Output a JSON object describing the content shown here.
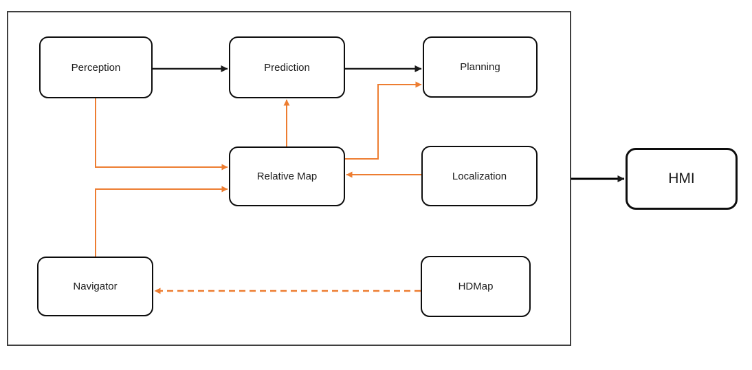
{
  "diagram": {
    "description": "Autonomous driving software module architecture flow diagram",
    "accent_color": "#ED7D31",
    "line_color": "#1a1a1a",
    "frame_color": "#3f3f3f",
    "nodes": [
      {
        "id": "perception",
        "label": "Perception"
      },
      {
        "id": "prediction",
        "label": "Prediction"
      },
      {
        "id": "planning",
        "label": "Planning"
      },
      {
        "id": "relative-map",
        "label": "Relative Map"
      },
      {
        "id": "localization",
        "label": "Localization"
      },
      {
        "id": "navigator",
        "label": "Navigator"
      },
      {
        "id": "hdmap",
        "label": "HDMap"
      },
      {
        "id": "hmi",
        "label": "HMI"
      }
    ],
    "edges": [
      {
        "from": "Perception",
        "to": "Prediction",
        "style": "solid",
        "color": "black"
      },
      {
        "from": "Prediction",
        "to": "Planning",
        "style": "solid",
        "color": "black"
      },
      {
        "from": "Perception",
        "to": "Relative Map",
        "style": "solid",
        "color": "orange"
      },
      {
        "from": "Navigator",
        "to": "Relative Map",
        "style": "solid",
        "color": "orange"
      },
      {
        "from": "Relative Map",
        "to": "Prediction",
        "style": "solid",
        "color": "orange"
      },
      {
        "from": "Relative Map",
        "to": "Planning",
        "style": "solid",
        "color": "orange"
      },
      {
        "from": "Localization",
        "to": "Relative Map",
        "style": "solid",
        "color": "orange"
      },
      {
        "from": "HDMap",
        "to": "Navigator",
        "style": "dashed",
        "color": "orange"
      },
      {
        "from": "module-frame",
        "to": "HMI",
        "style": "solid",
        "color": "black"
      }
    ]
  }
}
